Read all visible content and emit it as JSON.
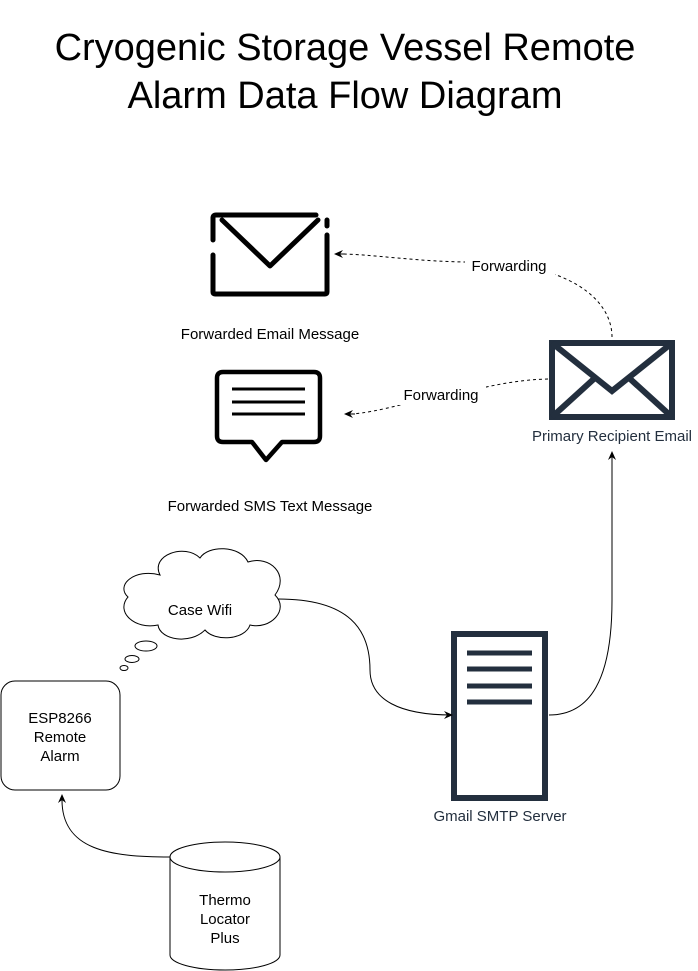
{
  "title": {
    "line1": "Cryogenic Storage Vessel Remote",
    "line2": "Alarm Data Flow Diagram"
  },
  "nodes": {
    "forwarded_email": {
      "label": "Forwarded Email Message",
      "icon": "envelope-icon"
    },
    "forwarded_sms": {
      "label": "Forwarded SMS Text Message",
      "icon": "chat-bubble-icon"
    },
    "primary_email": {
      "label": "Primary Recipient Email",
      "icon": "envelope-icon"
    },
    "case_wifi": {
      "label": "Case Wifi",
      "icon": "cloud-icon"
    },
    "smtp_server": {
      "label": "Gmail SMTP Server",
      "icon": "server-icon"
    },
    "esp_alarm": {
      "lines": [
        "ESP8266",
        "Remote",
        "Alarm"
      ]
    },
    "thermo": {
      "lines": [
        "Thermo",
        "Locator",
        "Plus"
      ]
    }
  },
  "edges": {
    "forward_email": {
      "label": "Forwarding"
    },
    "forward_sms": {
      "label": "Forwarding"
    }
  },
  "colors": {
    "icon_dark": "#232F3E",
    "line": "#000000"
  }
}
